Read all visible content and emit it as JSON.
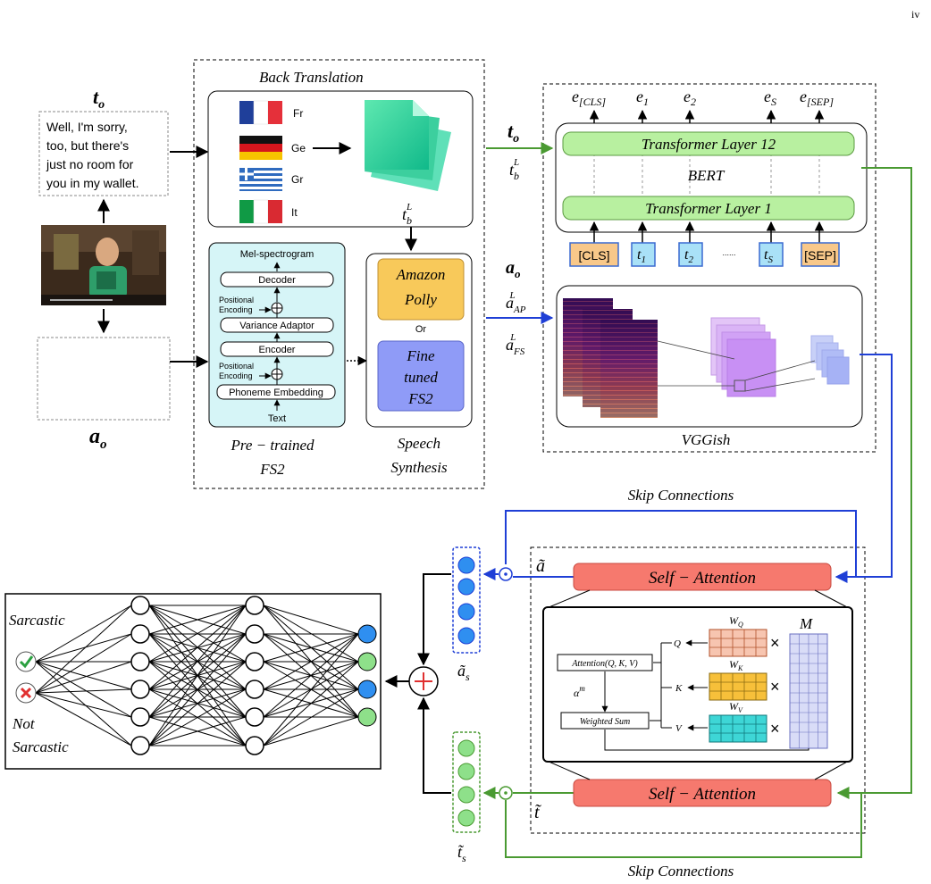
{
  "page_number": "iv",
  "inputs": {
    "text_symbol": "t",
    "text_sub": "o",
    "utterance": [
      "Well, I'm sorry,",
      "too, but there's",
      "just no room for",
      "you in my wallet."
    ],
    "audio_symbol": "a",
    "audio_sub": "o"
  },
  "back_translation": {
    "title": "Back Translation",
    "languages": [
      "Fr",
      "Ge",
      "Gr",
      "It"
    ],
    "output_symbol": "t",
    "output_sub": "b",
    "output_sup": "L"
  },
  "fs2": {
    "blocks": {
      "mel": "Mel-spectrogram",
      "decoder": "Decoder",
      "pos_enc_1": [
        "Positional",
        "Encoding"
      ],
      "variance": "Variance Adaptor",
      "encoder": "Encoder",
      "pos_enc_2": [
        "Positional",
        "Encoding"
      ],
      "phoneme": "Phoneme Embedding",
      "text": "Text"
    },
    "caption": [
      "Pre − trained",
      "FS2"
    ]
  },
  "speech_synthesis": {
    "amazon": [
      "Amazon",
      "Polly"
    ],
    "or_label": "Or",
    "finetuned": [
      "Fine",
      "tuned",
      "FS2"
    ],
    "caption": [
      "Speech",
      "Synthesis"
    ]
  },
  "bert": {
    "outputs": [
      "[CLS]",
      "1",
      "2",
      "S",
      "[SEP]"
    ],
    "out_symbol": "e",
    "layer_top": "Transformer Layer 12",
    "name": "BERT",
    "layer_bottom": "Transformer Layer 1",
    "tokens": [
      "[CLS]",
      "t",
      "t",
      "......",
      "t",
      "[SEP]"
    ],
    "token_subs": [
      "",
      "1",
      "2",
      "",
      "S",
      ""
    ],
    "in_text_1": "t",
    "in_text_1_sub": "o",
    "in_text_2": "t",
    "in_text_2_sub": "b",
    "in_text_2_sup": "L"
  },
  "vggish": {
    "name": "VGGish",
    "in_audio_1": "a",
    "in_audio_1_sub": "o",
    "in_audio_2": "a",
    "in_audio_2_sub": "AP",
    "in_audio_2_sup": "L",
    "in_audio_3": "a",
    "in_audio_3_sub": "FS",
    "in_audio_3_sup": "L"
  },
  "fusion": {
    "skip_top": "Skip Connections",
    "skip_bottom": "Skip Connections",
    "self_attention": "Self − Attention",
    "a_tilde": "ã",
    "t_tilde": "t̃",
    "as_label": "ã",
    "as_sub": "s",
    "ts_label": "t̃",
    "ts_sub": "s",
    "attention": "Attention(Q, K, V)",
    "alpha": "α",
    "alpha_sup": "m",
    "weighted_sum": "Weighted Sum",
    "q": "Q",
    "k": "K",
    "v": "V",
    "wq": "W",
    "wq_sub": "Q",
    "wk": "W",
    "wk_sub": "K",
    "wv": "W",
    "wv_sub": "V",
    "m": "M",
    "times": "×"
  },
  "classifier": {
    "sarcastic": "Sarcastic",
    "not_sarcastic": [
      "Not",
      "Sarcastic"
    ]
  },
  "colors": {
    "text_arrow": "#4a9a32",
    "audio_arrow": "#1f3fd6",
    "self_attention": "#f6796e",
    "transformer_layer": "#b8f0a0",
    "fs2_bg": "#d6f5f7",
    "amazon": "#f8c95a",
    "finetuned": "#8f9bf7",
    "token": "#f8c88a",
    "token_t": "#a9e1f7",
    "node_blue": "#2f8ff0",
    "node_green": "#8ee08a",
    "wq": "#f7c5b0",
    "wk": "#f7c03a",
    "wv": "#3ed6d6",
    "m": "#d9dcf7"
  }
}
